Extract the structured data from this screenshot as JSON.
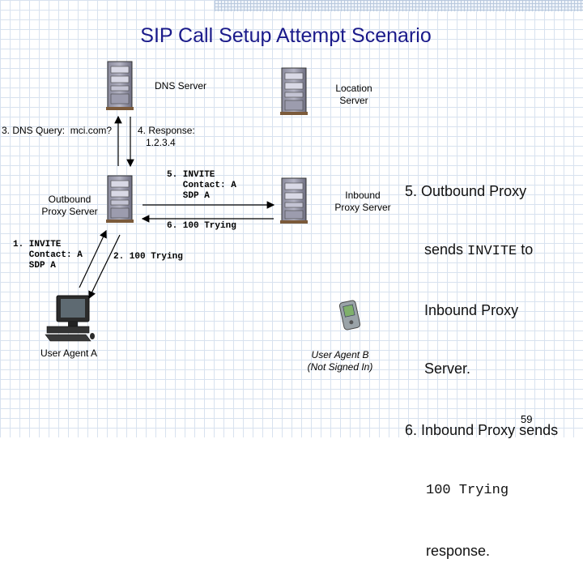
{
  "title": "SIP Call Setup Attempt Scenario",
  "nodes": {
    "dns_server": {
      "label": "DNS Server",
      "icon": "server-icon"
    },
    "location_server": {
      "label": "Location\nServer",
      "icon": "server-icon"
    },
    "outbound_proxy": {
      "label": "Outbound\nProxy Server",
      "icon": "server-icon"
    },
    "inbound_proxy": {
      "label": "Inbound\nProxy Server",
      "icon": "server-icon"
    },
    "user_agent_a": {
      "label": "User Agent A",
      "icon": "desktop-computer-icon"
    },
    "user_agent_b": {
      "label": "User Agent B\n(Not Signed In)",
      "icon": "pda-icon"
    }
  },
  "messages": {
    "dns_query": "3. DNS Query:  mci.com?",
    "dns_response": "4. Response:\n   1.2.3.4",
    "invite_1": "1. INVITE\n   Contact: A\n   SDP A",
    "trying_2": "2. 100 Trying",
    "invite_5": "5. INVITE\n   Contact: A\n   SDP A",
    "trying_6": "6. 100 Trying"
  },
  "steps": {
    "step5_prefix": "5. Outbound Proxy",
    "step5_sends": "sends ",
    "step5_method": "INVITE",
    "step5_to": " to",
    "step5_line3": "Inbound Proxy",
    "step5_line4": "Server.",
    "step6_line1": "6. Inbound Proxy sends",
    "step6_code": "100 Trying",
    "step6_line3": "response."
  },
  "page_number": "59"
}
